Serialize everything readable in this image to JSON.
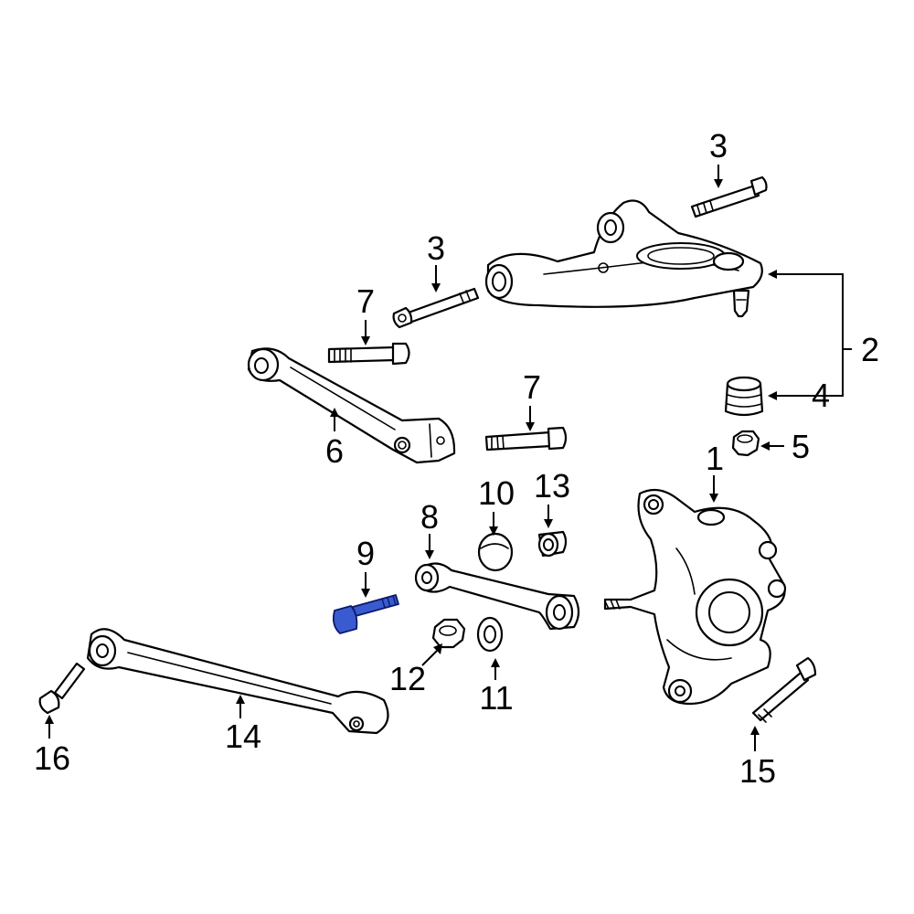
{
  "diagram": {
    "highlighted_part": "9",
    "highlight_color": "#3a5bd0",
    "callouts": {
      "c1": "1",
      "c2": "2",
      "c3a": "3",
      "c3b": "3",
      "c4": "4",
      "c5": "5",
      "c6": "6",
      "c7a": "7",
      "c7b": "7",
      "c8": "8",
      "c9": "9",
      "c10": "10",
      "c11": "11",
      "c12": "12",
      "c13": "13",
      "c14": "14",
      "c15": "15",
      "c16": "16"
    }
  }
}
